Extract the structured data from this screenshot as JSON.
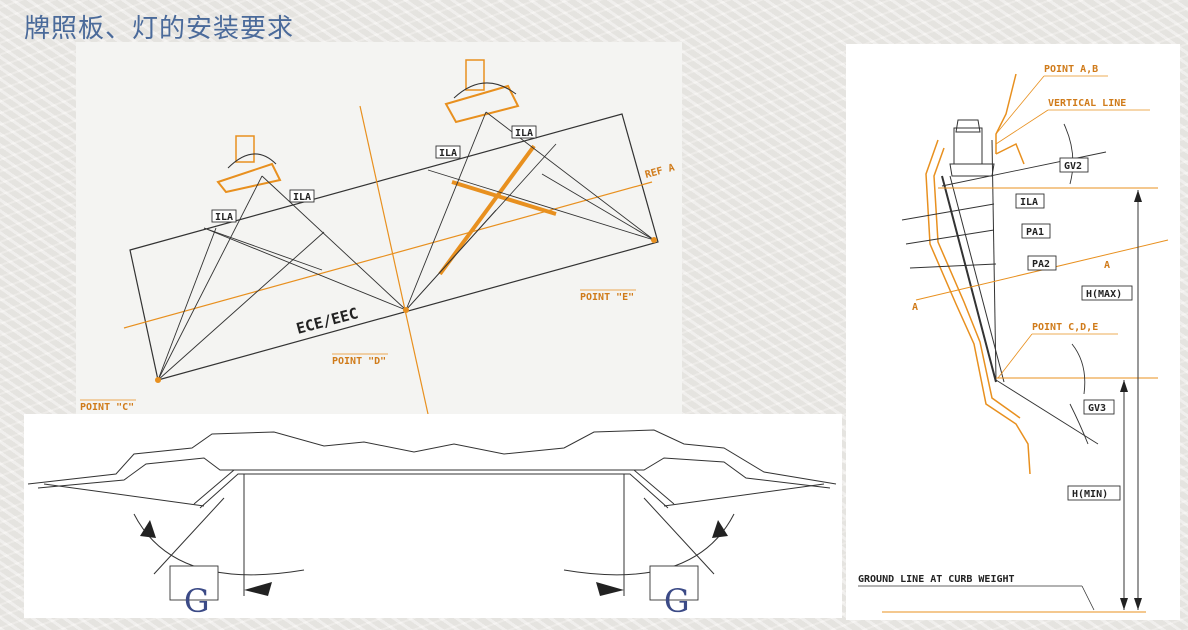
{
  "title": "牌照板、灯的安装要求",
  "top_diagram": {
    "center_label": "ECE/EEC",
    "ila": "ILA",
    "ref": "REF A",
    "point_c": "POINT \"C\"",
    "point_d": "POINT \"D\"",
    "point_e": "POINT \"E\""
  },
  "bottom_diagram": {
    "g_left": "G",
    "g_right": "G"
  },
  "side_diagram": {
    "point_ab": "POINT A,B",
    "vertical_line": "VERTICAL LINE",
    "gv2": "GV2",
    "ila": "ILA",
    "pa1": "PA1",
    "pa2": "PA2",
    "a_mark": "A",
    "a_mark_left": "A",
    "h_max": "H(MAX)",
    "point_cde": "POINT C,D,E",
    "gv3": "GV3",
    "h_min": "H(MIN)",
    "ground_line": "GROUND LINE AT CURB WEIGHT"
  },
  "colors": {
    "title": "#4a6a9a",
    "orange": "#e8901f",
    "line": "#333333"
  }
}
